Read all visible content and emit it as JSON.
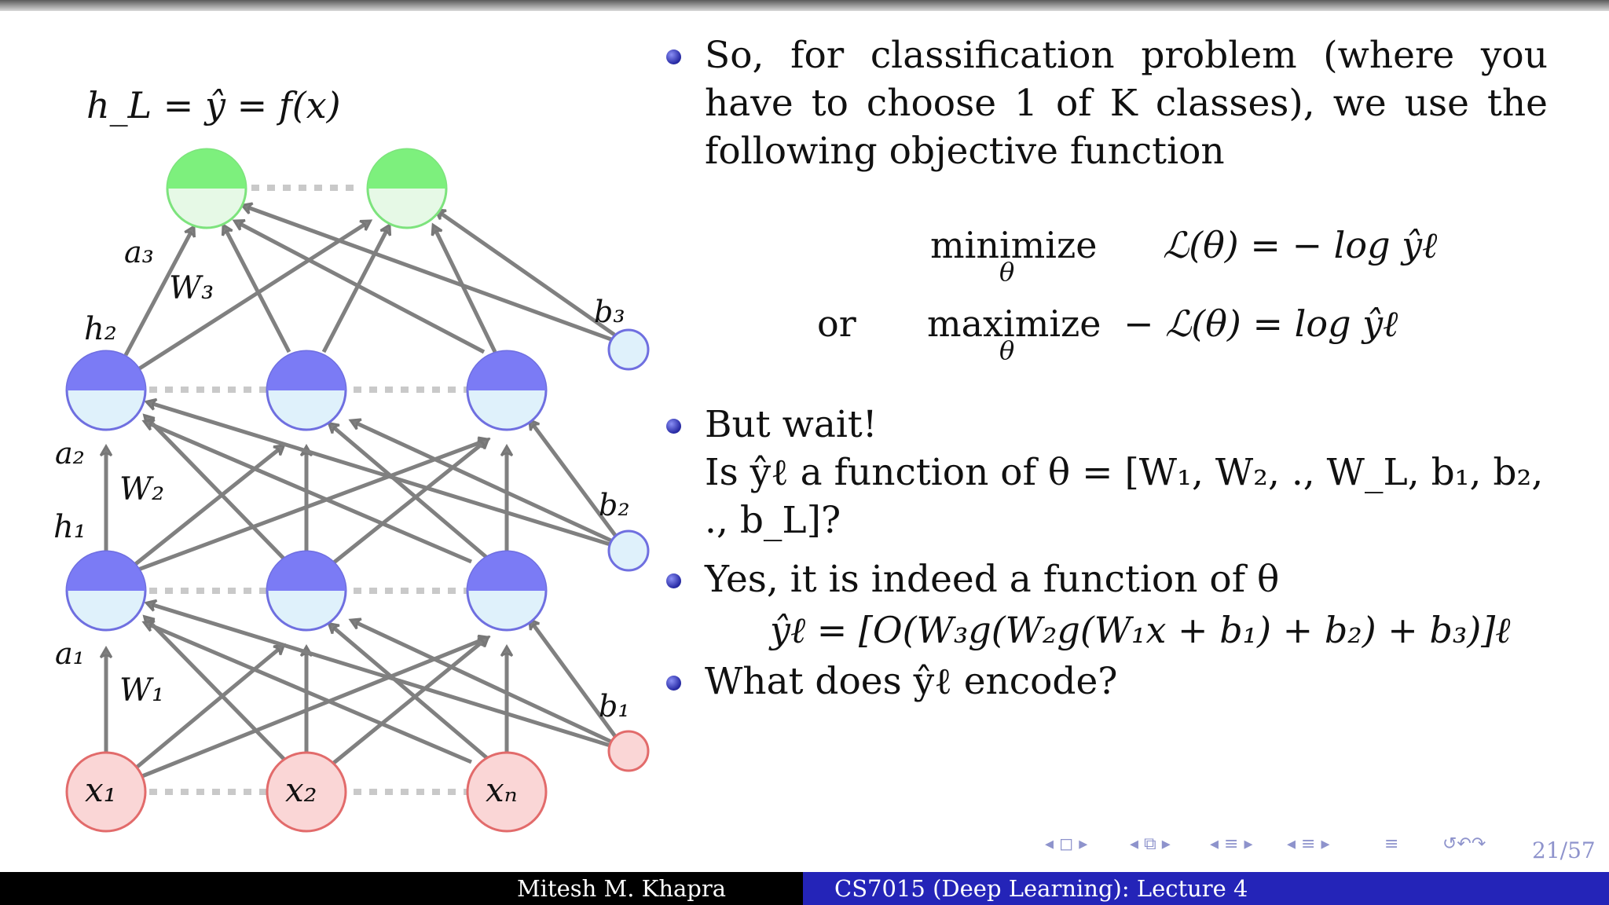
{
  "slide": {
    "output_label": "h_L = ŷ = f(x)",
    "weight_labels": [
      "W₃",
      "W₂",
      "W₁"
    ],
    "activation_labels": [
      "a₃",
      "a₂",
      "a₁"
    ],
    "hidden_labels": [
      "h₂",
      "h₁"
    ],
    "bias_labels": [
      "b₃",
      "b₂",
      "b₁"
    ],
    "input_labels": [
      "x₁",
      "x₂",
      "xₙ"
    ],
    "bullets": [
      "So, for classification problem (where you have to choose 1 of K classes), we use the following objective function",
      "But wait!",
      "Is ŷℓ a function of θ = [W₁, W₂, ., W_L, b₁, b₂, ., b_L]?",
      "Yes, it is indeed a function of θ",
      "What does ŷℓ encode?"
    ],
    "equations": {
      "minimize": "minimize",
      "maximize": "maximize",
      "theta_sub": "θ",
      "or": "or",
      "eq1": "ℒ(θ) = − log ŷℓ",
      "eq2": "− ℒ(θ) = log ŷℓ",
      "eq3": "ŷℓ = [O(W₃g(W₂g(W₁x + b₁) + b₂) + b₃)]ℓ"
    }
  },
  "navigation": {
    "symbols": [
      "◂ ◻ ▸",
      "◂ ⧉ ▸",
      "◂ ≡ ▸",
      "◂ ≡ ▸",
      "≡",
      "↺↶↷"
    ],
    "page": "21/57"
  },
  "footer": {
    "author": "Mitesh M. Khapra",
    "course": "CS7015 (Deep Learning): Lecture 4"
  },
  "colors": {
    "output_node": "#7df07d",
    "hidden_node": "#7b7bf5",
    "input_node": "#f9d6d6",
    "bias_node_hidden": "#dff1fb",
    "footer_blue": "#2424b8"
  }
}
